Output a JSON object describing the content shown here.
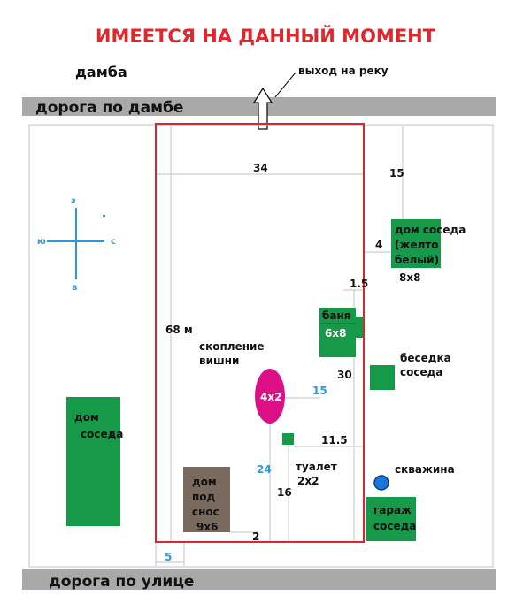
{
  "title": "ИМЕЕТСЯ НА ДАННЫЙ МОМЕНТ",
  "top_left_label": "дамба",
  "exit_label": "выход на реку",
  "road_top": "дорога по дамбе",
  "road_bottom": "дорога по улице",
  "compass": {
    "north": "з",
    "west": "ю",
    "east": "с",
    "south": "в"
  },
  "dimensions": {
    "width_top": "34",
    "length_left": "68 м",
    "to_neighbor_top": "15",
    "to_neighbor_side": "4",
    "banya_gap": "1.5",
    "banya_vertical": "30",
    "cherry_to_banya": "15",
    "toilet_to_side": "11.5",
    "cherry_from_bottom": "24",
    "toilet_from_bottom": "16",
    "house_offset": "2",
    "left_offset": "5"
  },
  "objects": {
    "neighbor_house_top": {
      "line1": "дом соседа",
      "line2": "(желто",
      "line3": "белый)",
      "size": "8x8"
    },
    "banya": {
      "name": "баня",
      "size": "6x8"
    },
    "gazebo": {
      "line1": "беседка",
      "line2": "соседа"
    },
    "cherry": {
      "line1": "скопление",
      "line2": "вишни",
      "size": "4x2"
    },
    "neighbor_house_left": {
      "line1": "дом",
      "line2": "соседа"
    },
    "toilet": {
      "name": "туалет",
      "size": "2x2"
    },
    "well": {
      "name": "скважина"
    },
    "old_house": {
      "line1": "дом",
      "line2": "под",
      "line3": "снос",
      "size": "9x6"
    },
    "garage": {
      "line1": "гараж",
      "line2": "соседа"
    }
  },
  "colors": {
    "title": "#e3262c",
    "plot_border": "#e0242b",
    "building_green": "#17994a",
    "cherry": "#dd0f86",
    "well": "#1877d8",
    "road": "#a9a9a9",
    "old_house": "#7a6a5e",
    "dimension_blue": "#2a9bd6"
  }
}
